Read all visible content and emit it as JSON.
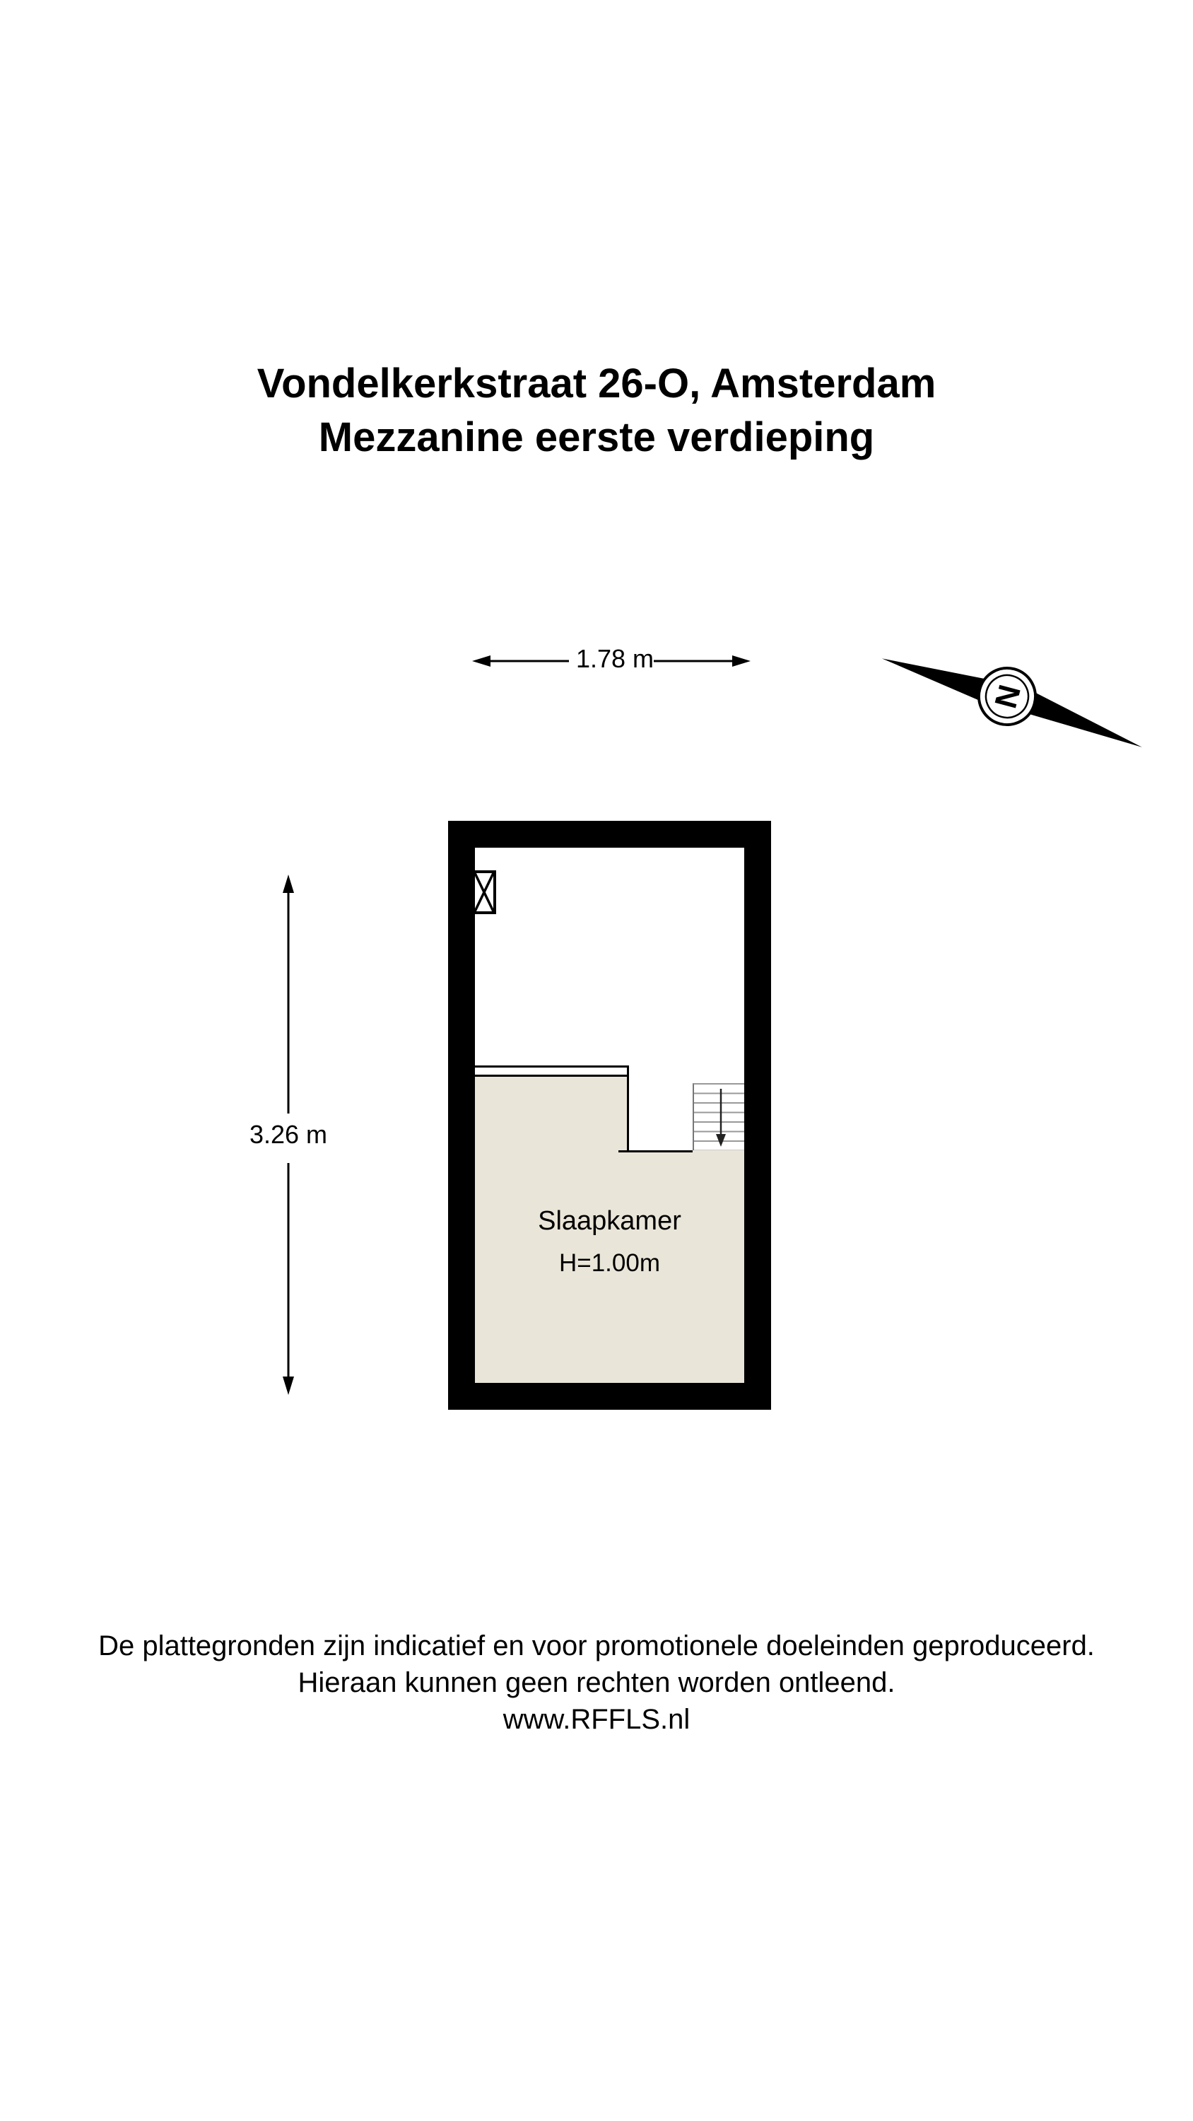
{
  "title": {
    "line1": "Vondelkerkstraat 26-O, Amsterdam",
    "line2": "Mezzanine eerste verdieping"
  },
  "dimensions": {
    "width": "1.78 m",
    "height": "3.26 m"
  },
  "room": {
    "name": "Slaapkamer",
    "ceiling_height": "H=1.00m"
  },
  "compass": {
    "north_letter": "N"
  },
  "footer": {
    "line1": "De plattegronden zijn indicatief en voor promotionele doeleinden geproduceerd.",
    "line2": "Hieraan kunnen geen rechten worden ontleend.",
    "line3": "www.RFFLS.nl"
  },
  "colors": {
    "wall": "#000000",
    "floor_fill": "#e9e5d8",
    "background": "#ffffff",
    "stair_tread": "#999999"
  }
}
